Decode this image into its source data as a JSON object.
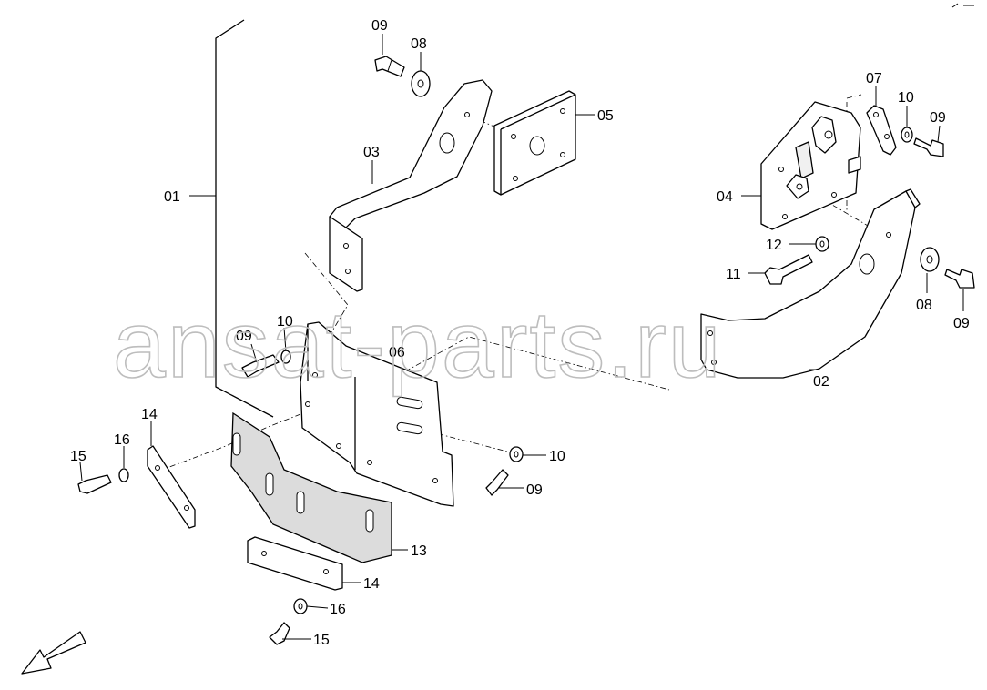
{
  "watermark": "ansat-parts.ru",
  "callouts": {
    "c01": "01",
    "c02": "02",
    "c03": "03",
    "c04": "04",
    "c05": "05",
    "c06": "06",
    "c07": "07",
    "c08a": "08",
    "c08b": "08",
    "c09a": "09",
    "c09b": "09",
    "c09c": "09",
    "c09d": "09",
    "c09e": "09",
    "c10a": "10",
    "c10b": "10",
    "c10c": "10",
    "c11": "11",
    "c12": "12",
    "c13": "13",
    "c14a": "14",
    "c14b": "14",
    "c15a": "15",
    "c15b": "15",
    "c16a": "16",
    "c16b": "16"
  },
  "icons": {
    "direction": "front-direction-arrow-icon"
  }
}
